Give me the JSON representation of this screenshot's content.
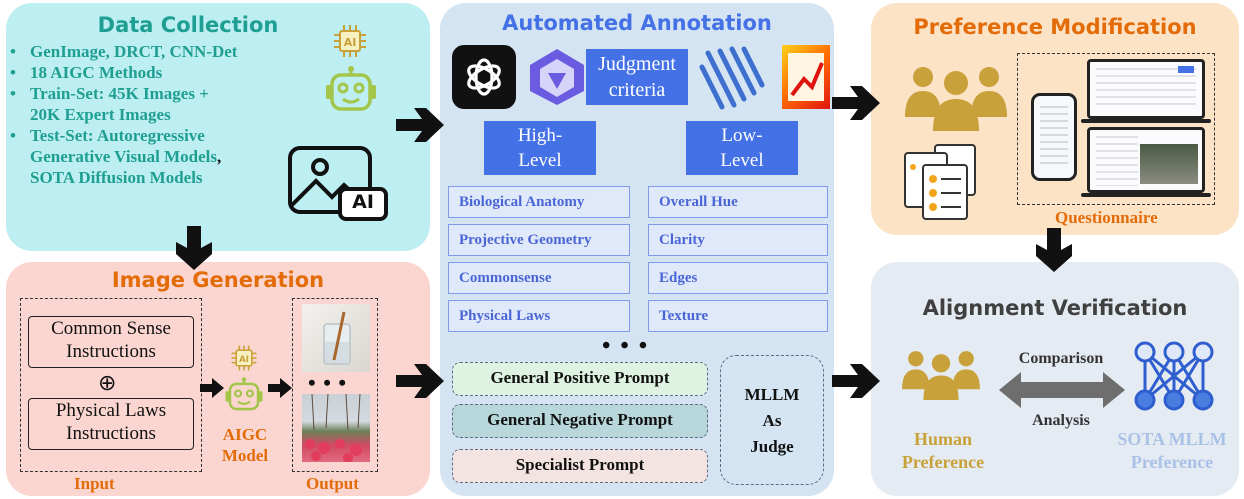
{
  "data_collection": {
    "title": "Data Collection",
    "bullets": [
      "GenImage, DRCT, CNN-Det",
      "18 AIGC Methods",
      "Train-Set: 45K Images +",
      "20K Expert Images",
      "Test-Set: Autoregressive",
      "Generative Visual Models",
      "SOTA Diffusion Models"
    ],
    "comma": ",",
    "ai_label": "AI",
    "chip_label": "AI"
  },
  "image_generation": {
    "title": "Image Generation",
    "instr1_line1": "Common Sense",
    "instr1_line2": "Instructions",
    "plus": "⊕",
    "instr2_line1": "Physical Laws",
    "instr2_line2": "Instructions",
    "model_line1": "AIGC",
    "model_line2": "Model",
    "input_label": "Input",
    "output_label": "Output",
    "dots": "• • •",
    "chip_label": "AI"
  },
  "annotation": {
    "title": "Automated Annotation",
    "criteria_line1": "Judgment",
    "criteria_line2": "criteria",
    "high_line1": "High-",
    "high_line2": "Level",
    "low_line1": "Low-",
    "low_line2": "Level",
    "high_items": [
      "Biological Anatomy",
      "Projective Geometry",
      "Commonsense",
      "Physical Laws"
    ],
    "low_items": [
      "Overall Hue",
      "Clarity",
      "Edges",
      "Texture"
    ],
    "dots": "• • •",
    "prompts": [
      "General Positive Prompt",
      "General Negative Prompt",
      "Specialist Prompt"
    ],
    "judge_line1": "MLLM",
    "judge_line2": "As",
    "judge_line3": "Judge"
  },
  "preference": {
    "title": "Preference Modification",
    "questionnaire": "Questionnaire"
  },
  "alignment": {
    "title": "Alignment Verification",
    "comparison": "Comparison",
    "analysis": "Analysis",
    "human_line1": "Human",
    "human_line2": "Preference",
    "sota_line1": "SOTA MLLM",
    "sota_line2": "Preference"
  },
  "colors": {
    "teal": "#1f9f92",
    "orange": "#e36c09",
    "blue": "#4472e6",
    "gold": "#c9a13a",
    "light_blue_text": "#9db8e4"
  }
}
